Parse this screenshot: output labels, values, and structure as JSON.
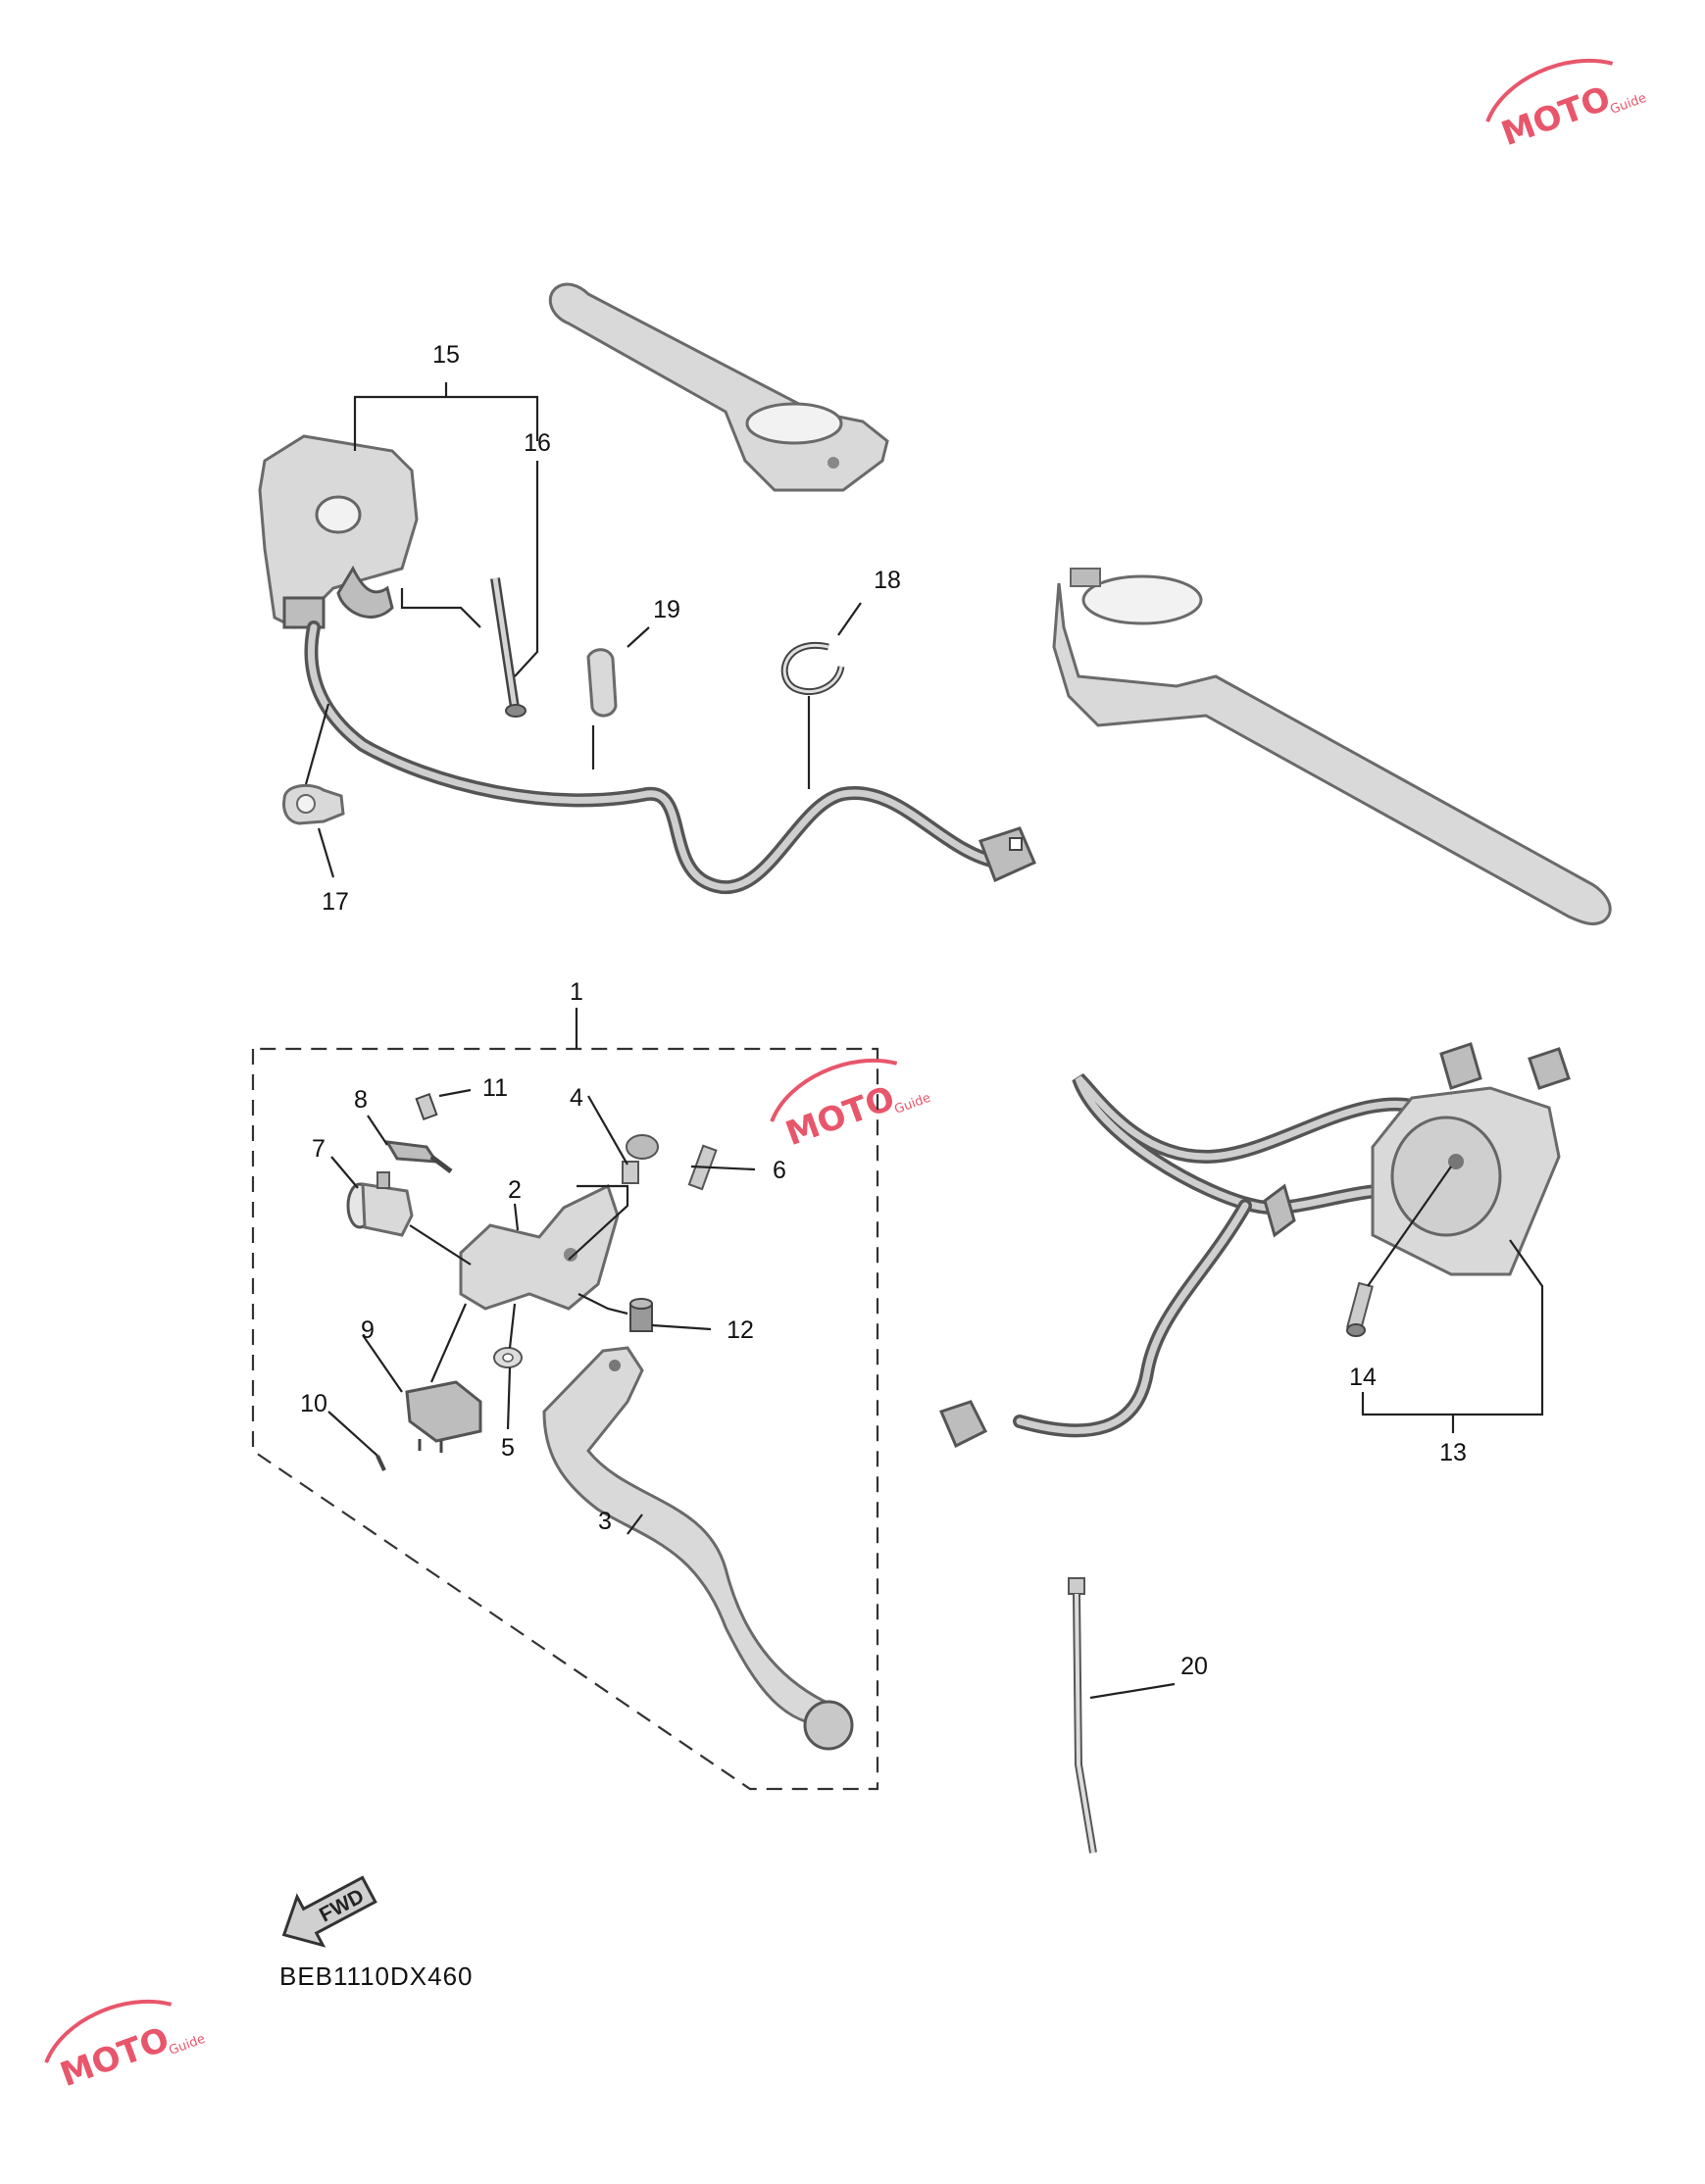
{
  "diagram": {
    "drawing_code": "BEB1110DX460",
    "fwd_label": "FWD",
    "callouts": {
      "c1": "1",
      "c2": "2",
      "c3": "3",
      "c4": "4",
      "c5": "5",
      "c6": "6",
      "c7": "7",
      "c8": "8",
      "c9": "9",
      "c10": "10",
      "c11": "11",
      "c12": "12",
      "c13": "13",
      "c14": "14",
      "c15": "15",
      "c16": "16",
      "c17": "17",
      "c18": "18",
      "c19": "19",
      "c20": "20"
    }
  },
  "watermark": {
    "brand": "MOTO",
    "sub": "Guide"
  },
  "colors": {
    "part_fill": "#d9d9d9",
    "part_stroke": "#6a6a6a",
    "watermark": "#e8566b"
  }
}
